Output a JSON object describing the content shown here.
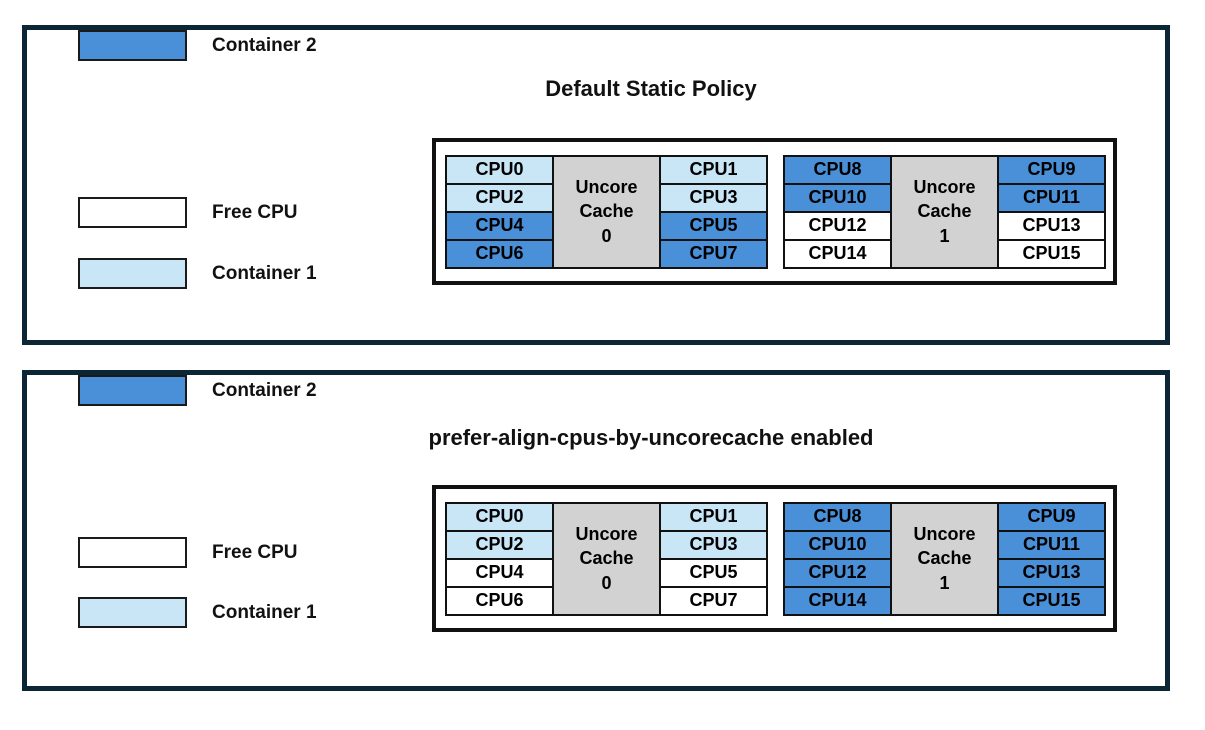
{
  "colors": {
    "free": "#FFFFFF",
    "container1": "#C8E6F5",
    "container2": "#4A90D8",
    "uncore": "#D2D2D2",
    "panel_border": "#0D2636",
    "cell_border": "#111111"
  },
  "legend": {
    "items": [
      {
        "label": "Free CPU",
        "owner": "free",
        "color": "#FFFFFF"
      },
      {
        "label": "Container 1",
        "owner": "container1",
        "color": "#C8E6F5"
      },
      {
        "label": "Container 2",
        "owner": "container2",
        "color": "#4A90D8"
      }
    ]
  },
  "panels": [
    {
      "title": "Default Static Policy",
      "clusters": [
        {
          "uncore": [
            "Uncore",
            "Cache",
            "0"
          ],
          "left": [
            {
              "label": "CPU0",
              "owner": "container1",
              "color": "#C8E6F5"
            },
            {
              "label": "CPU2",
              "owner": "container1",
              "color": "#C8E6F5"
            },
            {
              "label": "CPU4",
              "owner": "container2",
              "color": "#4A90D8"
            },
            {
              "label": "CPU6",
              "owner": "container2",
              "color": "#4A90D8"
            }
          ],
          "right": [
            {
              "label": "CPU1",
              "owner": "container1",
              "color": "#C8E6F5"
            },
            {
              "label": "CPU3",
              "owner": "container1",
              "color": "#C8E6F5"
            },
            {
              "label": "CPU5",
              "owner": "container2",
              "color": "#4A90D8"
            },
            {
              "label": "CPU7",
              "owner": "container2",
              "color": "#4A90D8"
            }
          ]
        },
        {
          "uncore": [
            "Uncore",
            "Cache",
            "1"
          ],
          "left": [
            {
              "label": "CPU8",
              "owner": "container2",
              "color": "#4A90D8"
            },
            {
              "label": "CPU10",
              "owner": "container2",
              "color": "#4A90D8"
            },
            {
              "label": "CPU12",
              "owner": "free",
              "color": "#FFFFFF"
            },
            {
              "label": "CPU14",
              "owner": "free",
              "color": "#FFFFFF"
            }
          ],
          "right": [
            {
              "label": "CPU9",
              "owner": "container2",
              "color": "#4A90D8"
            },
            {
              "label": "CPU11",
              "owner": "container2",
              "color": "#4A90D8"
            },
            {
              "label": "CPU13",
              "owner": "free",
              "color": "#FFFFFF"
            },
            {
              "label": "CPU15",
              "owner": "free",
              "color": "#FFFFFF"
            }
          ]
        }
      ]
    },
    {
      "title": "prefer-align-cpus-by-uncorecache enabled",
      "clusters": [
        {
          "uncore": [
            "Uncore",
            "Cache",
            "0"
          ],
          "left": [
            {
              "label": "CPU0",
              "owner": "container1",
              "color": "#C8E6F5"
            },
            {
              "label": "CPU2",
              "owner": "container1",
              "color": "#C8E6F5"
            },
            {
              "label": "CPU4",
              "owner": "free",
              "color": "#FFFFFF"
            },
            {
              "label": "CPU6",
              "owner": "free",
              "color": "#FFFFFF"
            }
          ],
          "right": [
            {
              "label": "CPU1",
              "owner": "container1",
              "color": "#C8E6F5"
            },
            {
              "label": "CPU3",
              "owner": "container1",
              "color": "#C8E6F5"
            },
            {
              "label": "CPU5",
              "owner": "free",
              "color": "#FFFFFF"
            },
            {
              "label": "CPU7",
              "owner": "free",
              "color": "#FFFFFF"
            }
          ]
        },
        {
          "uncore": [
            "Uncore",
            "Cache",
            "1"
          ],
          "left": [
            {
              "label": "CPU8",
              "owner": "container2",
              "color": "#4A90D8"
            },
            {
              "label": "CPU10",
              "owner": "container2",
              "color": "#4A90D8"
            },
            {
              "label": "CPU12",
              "owner": "container2",
              "color": "#4A90D8"
            },
            {
              "label": "CPU14",
              "owner": "container2",
              "color": "#4A90D8"
            }
          ],
          "right": [
            {
              "label": "CPU9",
              "owner": "container2",
              "color": "#4A90D8"
            },
            {
              "label": "CPU11",
              "owner": "container2",
              "color": "#4A90D8"
            },
            {
              "label": "CPU13",
              "owner": "container2",
              "color": "#4A90D8"
            },
            {
              "label": "CPU15",
              "owner": "container2",
              "color": "#4A90D8"
            }
          ]
        }
      ]
    }
  ]
}
